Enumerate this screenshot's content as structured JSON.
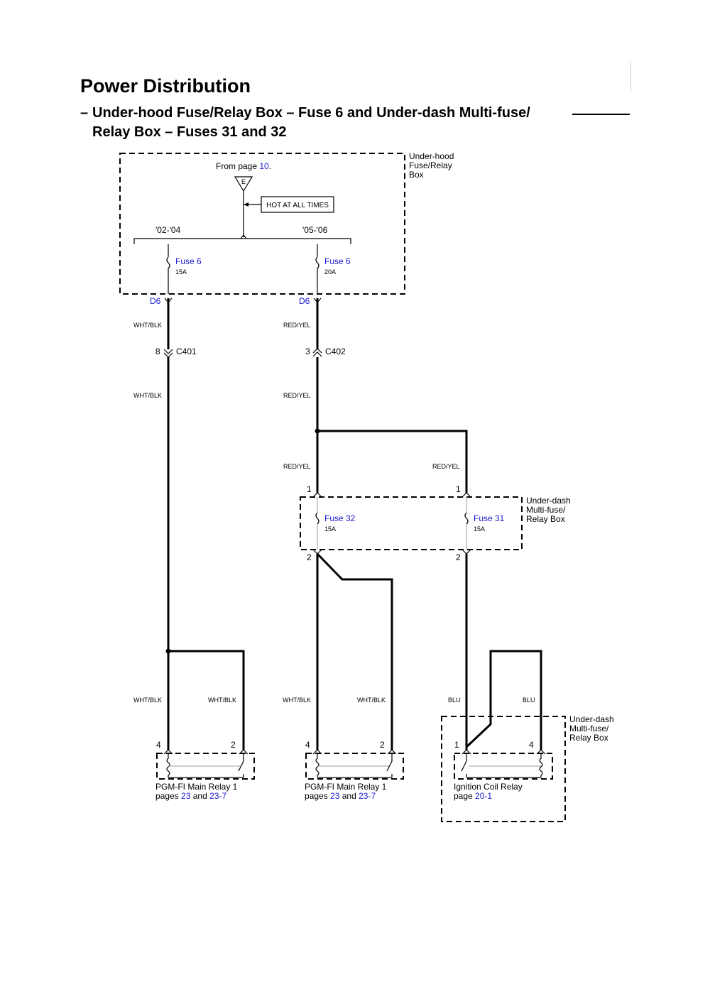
{
  "title": "Power Distribution",
  "subtitle": {
    "dash": "–",
    "line1": "Under-hood Fuse/Relay Box – Fuse 6 and Under-dash Multi-fuse/",
    "line2": "Relay Box – Fuses 31 and 32"
  },
  "underhood_box": {
    "label": [
      "Under-hood",
      "Fuse/Relay",
      "Box"
    ],
    "from_page_text": "From page ",
    "from_page_link": "10",
    "from_page_period": ".",
    "ground_letter": "E",
    "hot_label": "HOT AT ALL TIMES",
    "year_left": "'02-'04",
    "year_right": "'05-'06",
    "fuse_left": {
      "name": "Fuse 6",
      "rating": "15A"
    },
    "fuse_right": {
      "name": "Fuse 6",
      "rating": "20A"
    }
  },
  "terminals": {
    "left": "D6",
    "right": "D6"
  },
  "wires": {
    "wht_blk": "WHT/BLK",
    "red_yel": "RED/YEL",
    "blu": "BLU"
  },
  "connectors": {
    "c401": {
      "pin": "8",
      "name": "C401"
    },
    "c402": {
      "pin": "3",
      "name": "C402"
    }
  },
  "underdash_box": {
    "label": [
      "Under-dash",
      "Multi-fuse/",
      "Relay Box"
    ],
    "fuse32": {
      "name": "Fuse 32",
      "rating": "15A",
      "pin_in": "1",
      "pin_out": "2"
    },
    "fuse31": {
      "name": "Fuse 31",
      "rating": "15A",
      "pin_in": "1",
      "pin_out": "2"
    }
  },
  "underdash_box2": {
    "label": [
      "Under-dash",
      "Multi-fuse/",
      "Relay Box"
    ]
  },
  "relays": [
    {
      "pin_a": "4",
      "pin_b": "2",
      "name": "PGM-FI Main Relay 1",
      "pages_prefix": "pages ",
      "page1": "23",
      "and": " and ",
      "page2": "23-7"
    },
    {
      "pin_a": "4",
      "pin_b": "2",
      "name": "PGM-FI Main Relay 1",
      "pages_prefix": "pages ",
      "page1": "23",
      "and": " and ",
      "page2": "23-7"
    },
    {
      "pin_a": "1",
      "pin_b": "4",
      "name": "Ignition Coil Relay",
      "pages_prefix": "page ",
      "page1": "20-1"
    }
  ],
  "colors": {
    "link": "#1a1ad0",
    "wire": "#000000"
  }
}
